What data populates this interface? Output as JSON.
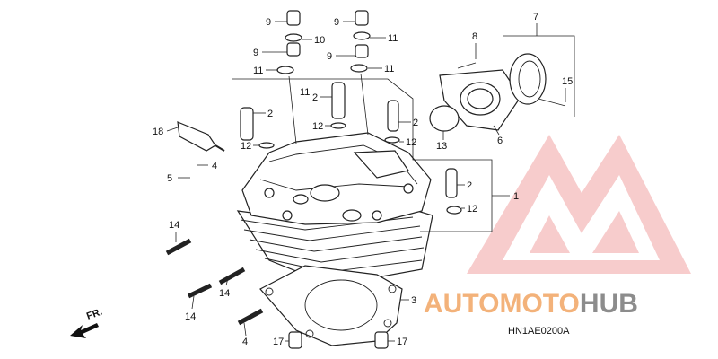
{
  "diagram": {
    "code": "HN1AE0200A",
    "direction_label": "FR.",
    "parts": [
      {
        "key": "p9a",
        "number": "9"
      },
      {
        "key": "p10",
        "number": "10"
      },
      {
        "key": "p9b",
        "number": "9"
      },
      {
        "key": "p11a",
        "number": "11"
      },
      {
        "key": "p9c",
        "number": "9"
      },
      {
        "key": "p11b",
        "number": "11"
      },
      {
        "key": "p9d",
        "number": "9"
      },
      {
        "key": "p11c",
        "number": "11"
      },
      {
        "key": "p11d",
        "number": "11"
      },
      {
        "key": "p7",
        "number": "7"
      },
      {
        "key": "p8",
        "number": "8"
      },
      {
        "key": "p15",
        "number": "15"
      },
      {
        "key": "p2a",
        "number": "2"
      },
      {
        "key": "p2b",
        "number": "2"
      },
      {
        "key": "p2c",
        "number": "2"
      },
      {
        "key": "p2d",
        "number": "2"
      },
      {
        "key": "p12a",
        "number": "12"
      },
      {
        "key": "p12b",
        "number": "12"
      },
      {
        "key": "p12c",
        "number": "12"
      },
      {
        "key": "p12d",
        "number": "12"
      },
      {
        "key": "p13",
        "number": "13"
      },
      {
        "key": "p6",
        "number": "6"
      },
      {
        "key": "p18",
        "number": "18"
      },
      {
        "key": "p4a",
        "number": "4"
      },
      {
        "key": "p5",
        "number": "5"
      },
      {
        "key": "p1",
        "number": "1"
      },
      {
        "key": "p14a",
        "number": "14"
      },
      {
        "key": "p14b",
        "number": "14"
      },
      {
        "key": "p14c",
        "number": "14"
      },
      {
        "key": "p4b",
        "number": "4"
      },
      {
        "key": "p3",
        "number": "3"
      },
      {
        "key": "p17a",
        "number": "17"
      },
      {
        "key": "p17b",
        "number": "17"
      }
    ]
  },
  "watermark": {
    "part1": "AUTO",
    "part2": "MOTO",
    "part3": "HUB",
    "color_primary": "#f3b27a",
    "color_secondary": "#8c8c8c",
    "logo_color": "#e86a6a"
  }
}
